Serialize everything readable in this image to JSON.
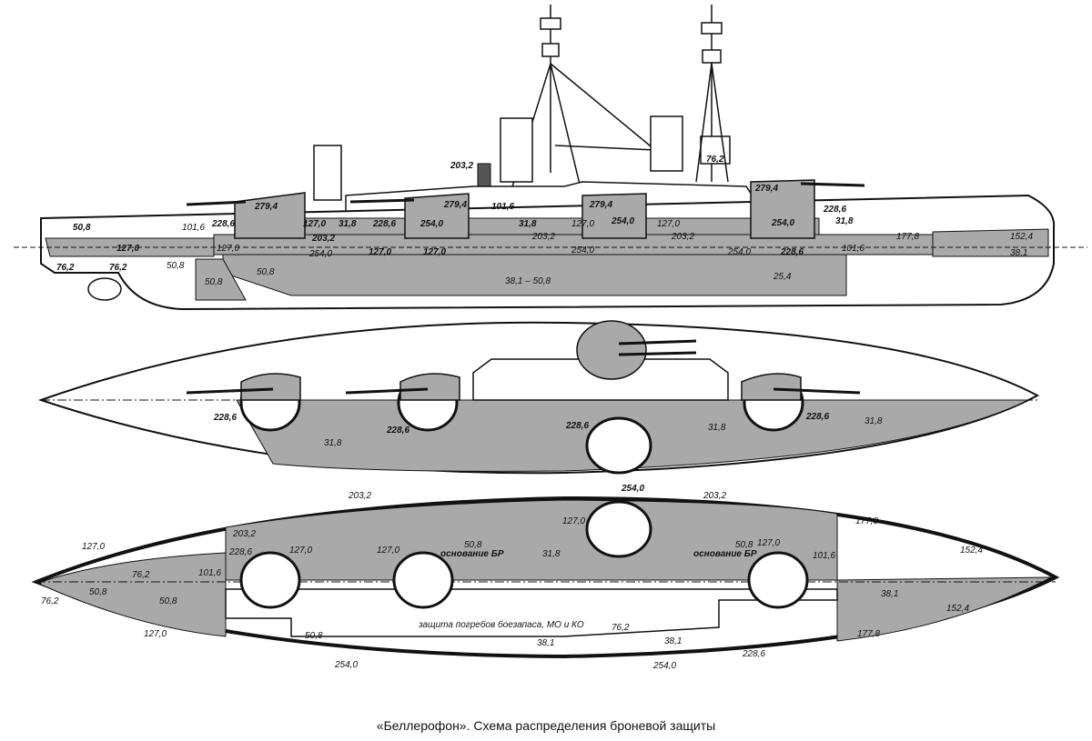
{
  "caption": "«Беллерофон». Схема распределения броневой защиты",
  "colors": {
    "armor": "#a9a9a9",
    "hull": "#ffffff",
    "line": "#111111"
  },
  "side_view": {
    "labels": {
      "s1": "50,8",
      "s2": "101,6",
      "s3": "228,6",
      "s4": "127,0",
      "s5": "31,8",
      "s6": "228,6",
      "s7": "254,0",
      "s8": "101,6",
      "s9": "31,8",
      "s10": "127,0",
      "s11": "254,0",
      "s12": "127,0",
      "s13": "279,4",
      "s14": "279,4",
      "s15": "279,4",
      "s16": "279,4",
      "s17": "203,2",
      "s18": "76,2",
      "s19": "254,0",
      "s20": "228,6",
      "s21": "31,8",
      "s22": "127,0",
      "s23": "203,2",
      "s24": "254,0",
      "s25": "127,0",
      "s26": "127,0",
      "s27": "254,0",
      "s28": "203,2",
      "s29": "254,0",
      "s30": "228,6",
      "s31": "101,6",
      "s32": "177,8",
      "s33": "152,4",
      "s34": "38,1",
      "s35": "76,2",
      "s36": "76,2",
      "s37": "50,8",
      "s38": "50,8",
      "s39": "50,8",
      "s40": "38,1 – 50,8",
      "s41": "25,4",
      "s42": "203,2",
      "s43": "127,0"
    }
  },
  "deck_view": {
    "labels": {
      "d1": "228,6",
      "d2": "228,6",
      "d3": "31,8",
      "d4": "228,6",
      "d5": "31,8",
      "d6": "228,6",
      "d7": "31,8",
      "d8": "254,0"
    }
  },
  "plan_view": {
    "labels": {
      "p1": "203,2",
      "p2": "203,2",
      "p3": "127,0",
      "p4": "177,8",
      "p5": "127,0",
      "p6": "203,2",
      "p7": "228,6",
      "p8": "127,0",
      "p9": "127,0",
      "p10": "50,8",
      "p11": "основание БР",
      "p12": "31,8",
      "p13": "50,8",
      "p14": "основание БР",
      "p15": "127,0",
      "p16": "101,6",
      "p17": "152,4",
      "p18": "76,2",
      "p19": "101,6",
      "p20": "50,8",
      "p21": "76,2",
      "p22": "50,8",
      "p23": "38,1",
      "p24": "защита погребов боезапаса, МО и КО",
      "p25": "50,8",
      "p26": "76,2",
      "p27": "38,1",
      "p28": "38,1",
      "p29": "127,0",
      "p30": "177,8",
      "p31": "152,4",
      "p32": "254,0",
      "p33": "228,6",
      "p34": "254,0"
    }
  }
}
